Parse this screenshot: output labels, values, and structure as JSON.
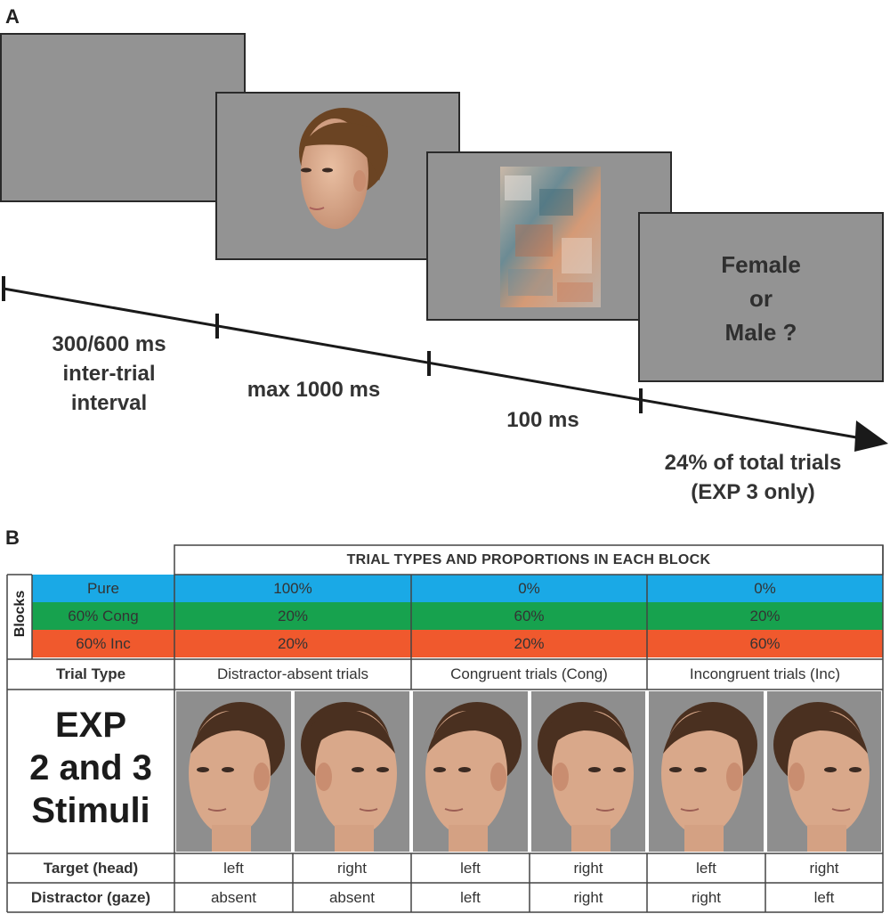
{
  "panel_a": {
    "letter": "A",
    "timeline_labels": {
      "iti": [
        "300/600 ms",
        "inter-trial",
        "interval"
      ],
      "face": "max 1000 ms",
      "mask": "100 ms",
      "response": [
        "24% of total trials",
        "(EXP 3 only)"
      ]
    },
    "question_lines": [
      "Female",
      "or",
      "Male ?"
    ],
    "colors": {
      "screen": "#939393",
      "skin": "#d9a88a",
      "hair": "#6b4423"
    }
  },
  "panel_b": {
    "letter": "B",
    "header": "TRIAL TYPES AND PROPORTIONS IN EACH BLOCK",
    "blocks_label": "Blocks",
    "blocks": [
      {
        "name": "Pure",
        "color": "#1aa9e6",
        "values": [
          "100%",
          "0%",
          "0%"
        ]
      },
      {
        "name": "60% Cong",
        "color": "#17a24e",
        "values": [
          "20%",
          "60%",
          "20%"
        ]
      },
      {
        "name": "60% Inc",
        "color": "#f0592d",
        "values": [
          "20%",
          "20%",
          "60%"
        ]
      }
    ],
    "trial_type_label": "Trial Type",
    "trial_types": [
      "Distractor-absent trials",
      "Congruent trials (Cong)",
      "Incongruent trials (Inc)"
    ],
    "exp_label_lines": [
      "EXP",
      "2 and 3",
      "Stimuli"
    ],
    "target_label": "Target (head)",
    "targets": [
      "left",
      "right",
      "left",
      "right",
      "left",
      "right"
    ],
    "distractor_label": "Distractor (gaze)",
    "distractors": [
      "absent",
      "absent",
      "left",
      "right",
      "right",
      "left"
    ]
  }
}
